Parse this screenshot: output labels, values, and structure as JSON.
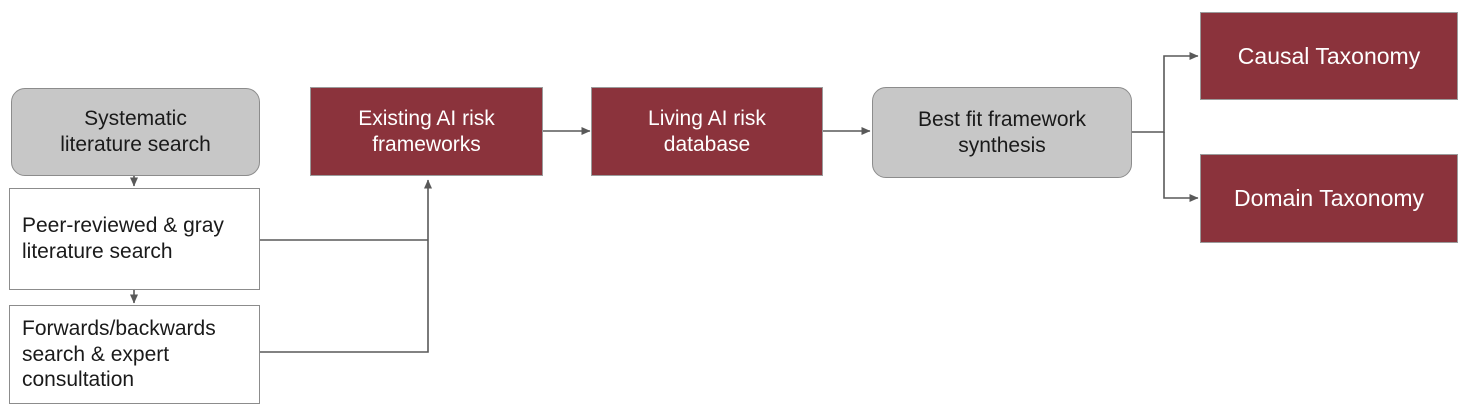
{
  "diagram": {
    "title": "AI risk framework research flowchart",
    "colors": {
      "gray_fill": "#c7c7c7",
      "red_fill": "#8b333c",
      "white_fill": "#ffffff",
      "border": "#8c8c8c",
      "edge": "#595959",
      "text_dark": "#1a1a1a",
      "text_light": "#ffffff"
    },
    "nodes": {
      "systematic_literature_search": "Systematic\nliterature search",
      "peer_reviewed_gray_literature_search": "Peer-reviewed & gray\nliterature search",
      "forwards_backwards_search": "Forwards/backwards\nsearch & expert\nconsultation",
      "existing_ai_risk_frameworks": "Existing AI risk\nframeworks",
      "living_ai_risk_database": "Living AI risk\ndatabase",
      "best_fit_framework_synthesis": "Best fit framework\nsynthesis",
      "causal_taxonomy": "Causal Taxonomy",
      "domain_taxonomy": "Domain Taxonomy"
    },
    "edges": [
      {
        "name": "systematic-to-peer-reviewed",
        "from": "systematic_literature_search",
        "to": "peer_reviewed_gray_literature_search"
      },
      {
        "name": "peer-reviewed-to-forwards",
        "from": "peer_reviewed_gray_literature_search",
        "to": "forwards_backwards_search"
      },
      {
        "name": "peer-reviewed-to-existing-frameworks",
        "from": "peer_reviewed_gray_literature_search",
        "to": "existing_ai_risk_frameworks"
      },
      {
        "name": "forwards-to-existing-frameworks",
        "from": "forwards_backwards_search",
        "to": "existing_ai_risk_frameworks"
      },
      {
        "name": "existing-frameworks-to-database",
        "from": "existing_ai_risk_frameworks",
        "to": "living_ai_risk_database"
      },
      {
        "name": "database-to-synthesis",
        "from": "living_ai_risk_database",
        "to": "best_fit_framework_synthesis"
      },
      {
        "name": "synthesis-to-causal-taxonomy",
        "from": "best_fit_framework_synthesis",
        "to": "causal_taxonomy"
      },
      {
        "name": "synthesis-to-domain-taxonomy",
        "from": "best_fit_framework_synthesis",
        "to": "domain_taxonomy"
      }
    ]
  }
}
